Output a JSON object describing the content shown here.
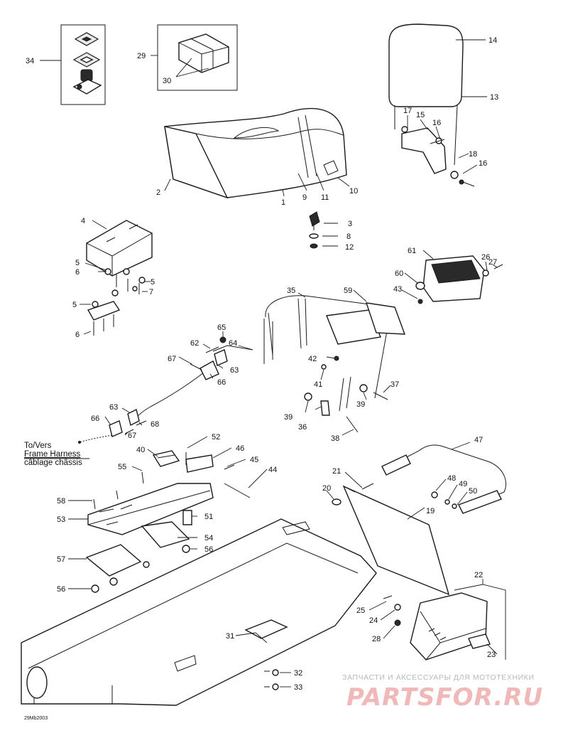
{
  "figure_ref": "29Mb2003",
  "harness_note": [
    "To/Vers",
    "Frame Harness",
    "câblage châssis"
  ],
  "watermark": {
    "tagline": "ЗАПЧАСТИ И АКСЕССУАРЫ ДЛЯ МОТОТЕХНИКИ",
    "brand": "PARTSFOR.RU"
  },
  "callouts": [
    "1",
    "2",
    "3",
    "4",
    "5",
    "6",
    "7",
    "8",
    "9",
    "10",
    "11",
    "12",
    "13",
    "14",
    "15",
    "16",
    "17",
    "18",
    "19",
    "20",
    "21",
    "22",
    "23",
    "24",
    "25",
    "26",
    "27",
    "28",
    "29",
    "30",
    "31",
    "32",
    "33",
    "34",
    "35",
    "36",
    "37",
    "38",
    "39",
    "40",
    "41",
    "42",
    "43",
    "44",
    "45",
    "46",
    "47",
    "48",
    "49",
    "50",
    "51",
    "52",
    "53",
    "54",
    "55",
    "56",
    "57",
    "58",
    "59",
    "60",
    "61",
    "62",
    "63",
    "64",
    "65",
    "66",
    "67",
    "68"
  ]
}
